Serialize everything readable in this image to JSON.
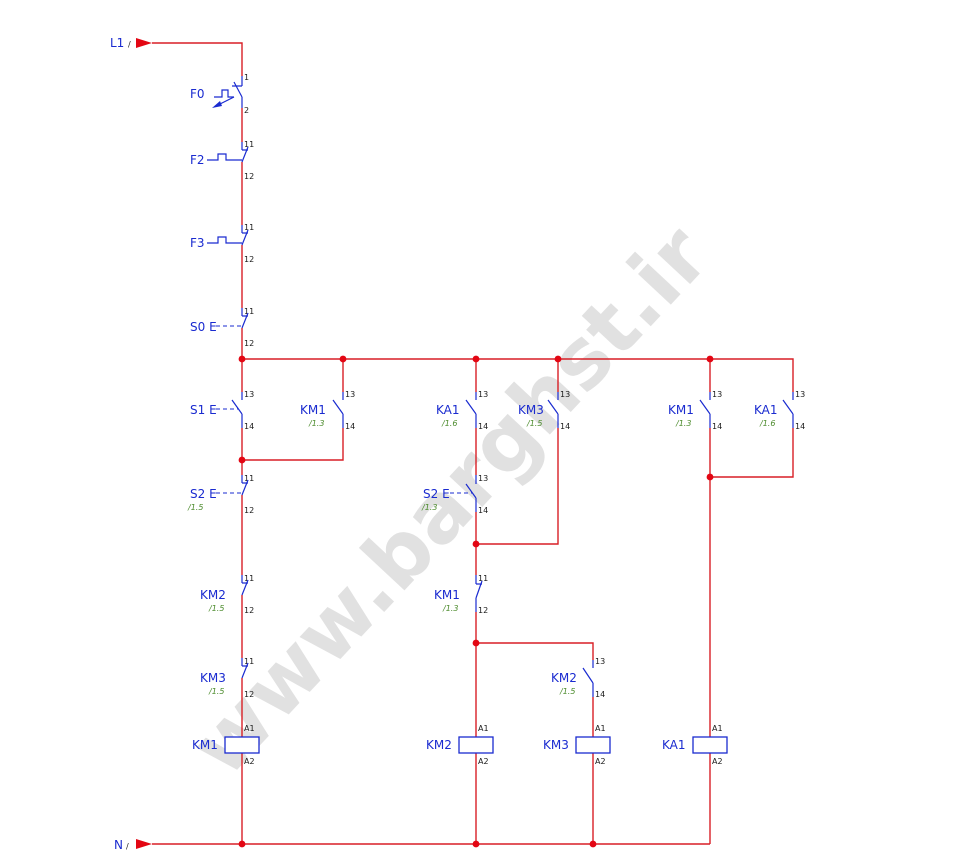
{
  "terminals": {
    "line": "L1",
    "neutral": "N",
    "slash": "/"
  },
  "devices": {
    "f0": {
      "label": "F0",
      "pin_a": "1",
      "pin_b": "2"
    },
    "f2": {
      "label": "F2",
      "pin_a": "11",
      "pin_b": "12"
    },
    "f3": {
      "label": "F3",
      "pin_a": "11",
      "pin_b": "12"
    },
    "s0": {
      "label": "S0 E",
      "pin_a": "11",
      "pin_b": "12"
    },
    "s1": {
      "label": "S1 E",
      "pin_a": "13",
      "pin_b": "14"
    },
    "km1_hold": {
      "label": "KM1",
      "ref": "/1.3",
      "pin_a": "13",
      "pin_b": "14"
    },
    "s2": {
      "label": "S2 E",
      "ref": "/1.5",
      "pin_a": "11",
      "pin_b": "12"
    },
    "km2_nc": {
      "label": "KM2",
      "ref": "/1.5",
      "pin_a": "11",
      "pin_b": "12"
    },
    "km3_nc": {
      "label": "KM3",
      "ref": "/1.5",
      "pin_a": "11",
      "pin_b": "12"
    },
    "km1_coil": {
      "label": "KM1",
      "pin_a": "A1",
      "pin_b": "A2"
    },
    "ka1_no": {
      "label": "KA1",
      "ref": "/1.6",
      "pin_a": "13",
      "pin_b": "14"
    },
    "km3_hold": {
      "label": "KM3",
      "ref": "/1.5",
      "pin_a": "13",
      "pin_b": "14"
    },
    "s2_no": {
      "label": "S2 E",
      "ref": "/1.3",
      "pin_a": "13",
      "pin_b": "14"
    },
    "km1_nc": {
      "label": "KM1",
      "ref": "/1.3",
      "pin_a": "11",
      "pin_b": "12"
    },
    "km2_coil": {
      "label": "KM2",
      "pin_a": "A1",
      "pin_b": "A2"
    },
    "km2_no": {
      "label": "KM2",
      "ref": "/1.5",
      "pin_a": "13",
      "pin_b": "14"
    },
    "km3_coil": {
      "label": "KM3",
      "pin_a": "A1",
      "pin_b": "A2"
    },
    "km1_no_ka": {
      "label": "KM1",
      "ref": "/1.3",
      "pin_a": "13",
      "pin_b": "14"
    },
    "ka1_hold": {
      "label": "KA1",
      "ref": "/1.6",
      "pin_a": "13",
      "pin_b": "14"
    },
    "ka1_coil": {
      "label": "KA1",
      "pin_a": "A1",
      "pin_b": "A2"
    }
  },
  "watermark": "www.barghst.ir"
}
